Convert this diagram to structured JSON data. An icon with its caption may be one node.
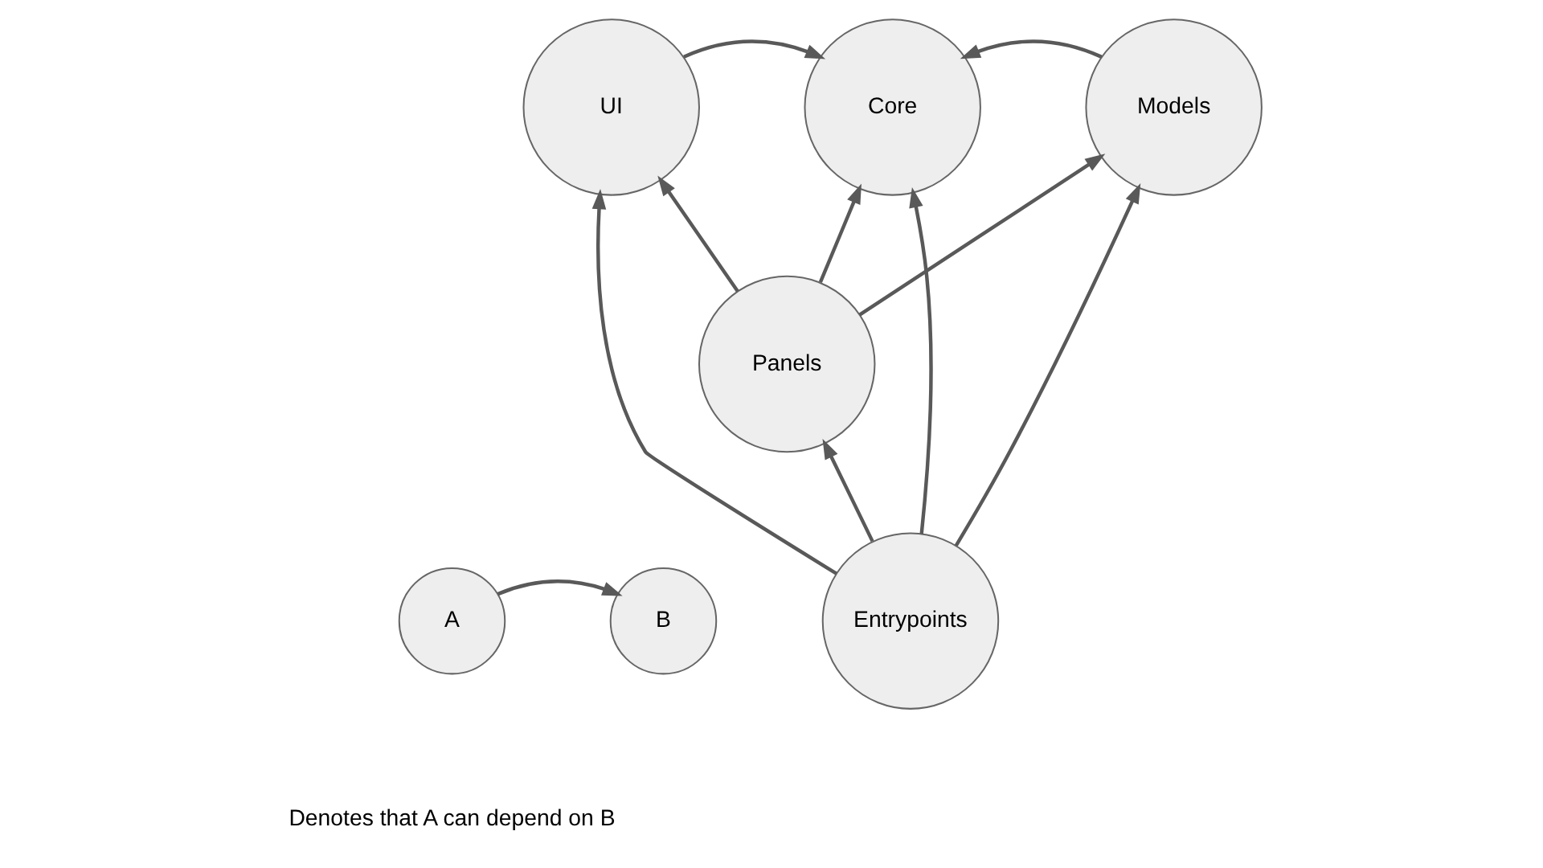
{
  "diagram": {
    "nodes": [
      {
        "text": [
          "UI"
        ]
      },
      {
        "text": [
          "Core"
        ]
      },
      {
        "text": [
          "Models"
        ]
      },
      {
        "text": [
          "Panels"
        ]
      },
      {
        "text": [
          "Entrypoints"
        ]
      },
      {
        "text": [
          "A"
        ]
      },
      {
        "text": [
          "B"
        ]
      }
    ],
    "edges": [
      {
        "from": 0,
        "to": 1,
        "arrow": "to"
      },
      {
        "from": 2,
        "to": 1,
        "arrow": "to"
      },
      {
        "from": 3,
        "to": 0,
        "arrow": "to"
      },
      {
        "from": 3,
        "to": 1,
        "arrow": "to"
      },
      {
        "from": 3,
        "to": 2,
        "arrow": "to"
      },
      {
        "from": 4,
        "to": 0,
        "arrow": "to"
      },
      {
        "from": 4,
        "to": 3,
        "arrow": "to"
      },
      {
        "from": 4,
        "to": 2,
        "arrow": "to"
      },
      {
        "from": 4,
        "to": 1,
        "arrow": "to"
      },
      {
        "from": 5,
        "to": 6,
        "arrow": "to"
      }
    ],
    "labels": [
      "Denotes that A can depend on B"
    ]
  }
}
